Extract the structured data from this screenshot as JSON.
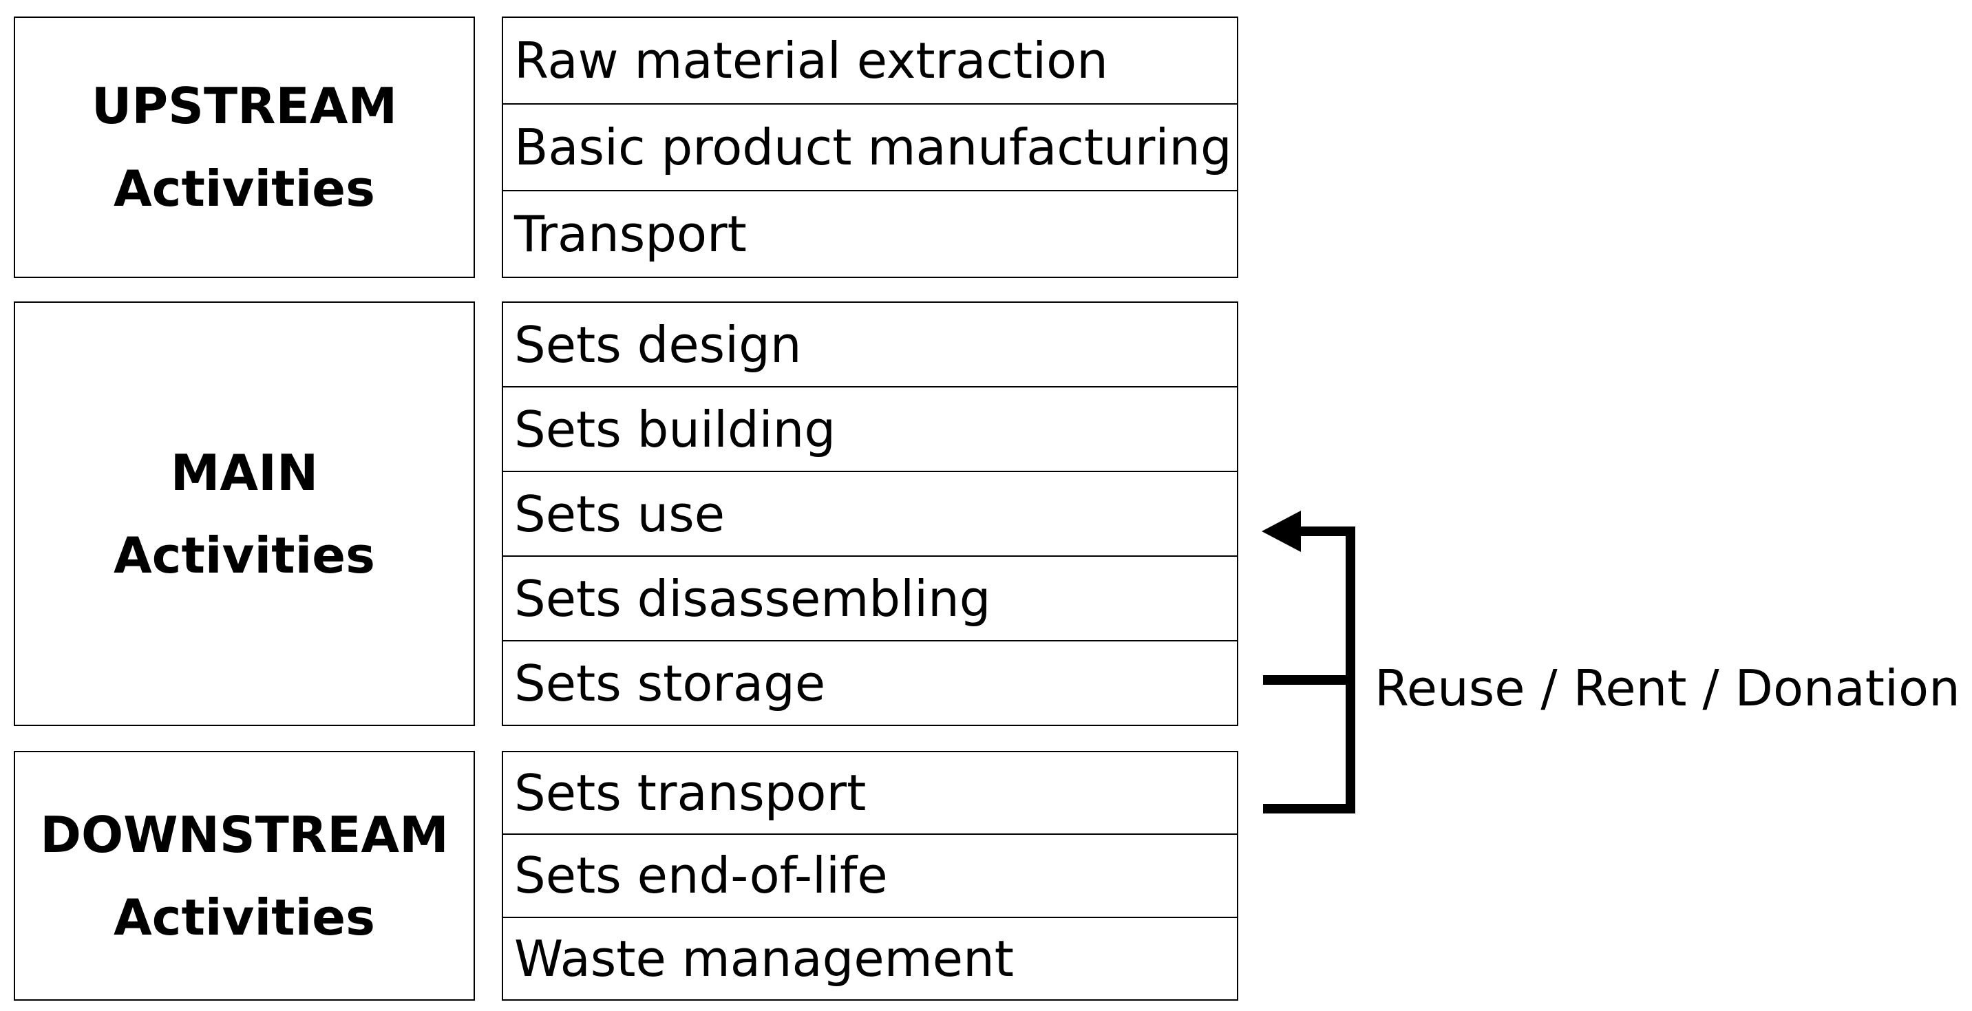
{
  "groups": [
    {
      "title": "UPSTREAM",
      "subtitle": "Activities",
      "steps": [
        "Raw material extraction",
        "Basic product manufacturing",
        "Transport"
      ]
    },
    {
      "title": "MAIN",
      "subtitle": "Activities",
      "steps": [
        "Sets design",
        "Sets building",
        "Sets use",
        "Sets disassembling",
        "Sets storage"
      ]
    },
    {
      "title": "DOWNSTREAM",
      "subtitle": "Activities",
      "steps": [
        "Sets transport",
        "Sets end-of-life",
        "Waste management"
      ]
    }
  ],
  "loop": {
    "label": "Reuse / Rent / Donation"
  },
  "colors": {
    "line": "#000000",
    "background": "#ffffff"
  }
}
